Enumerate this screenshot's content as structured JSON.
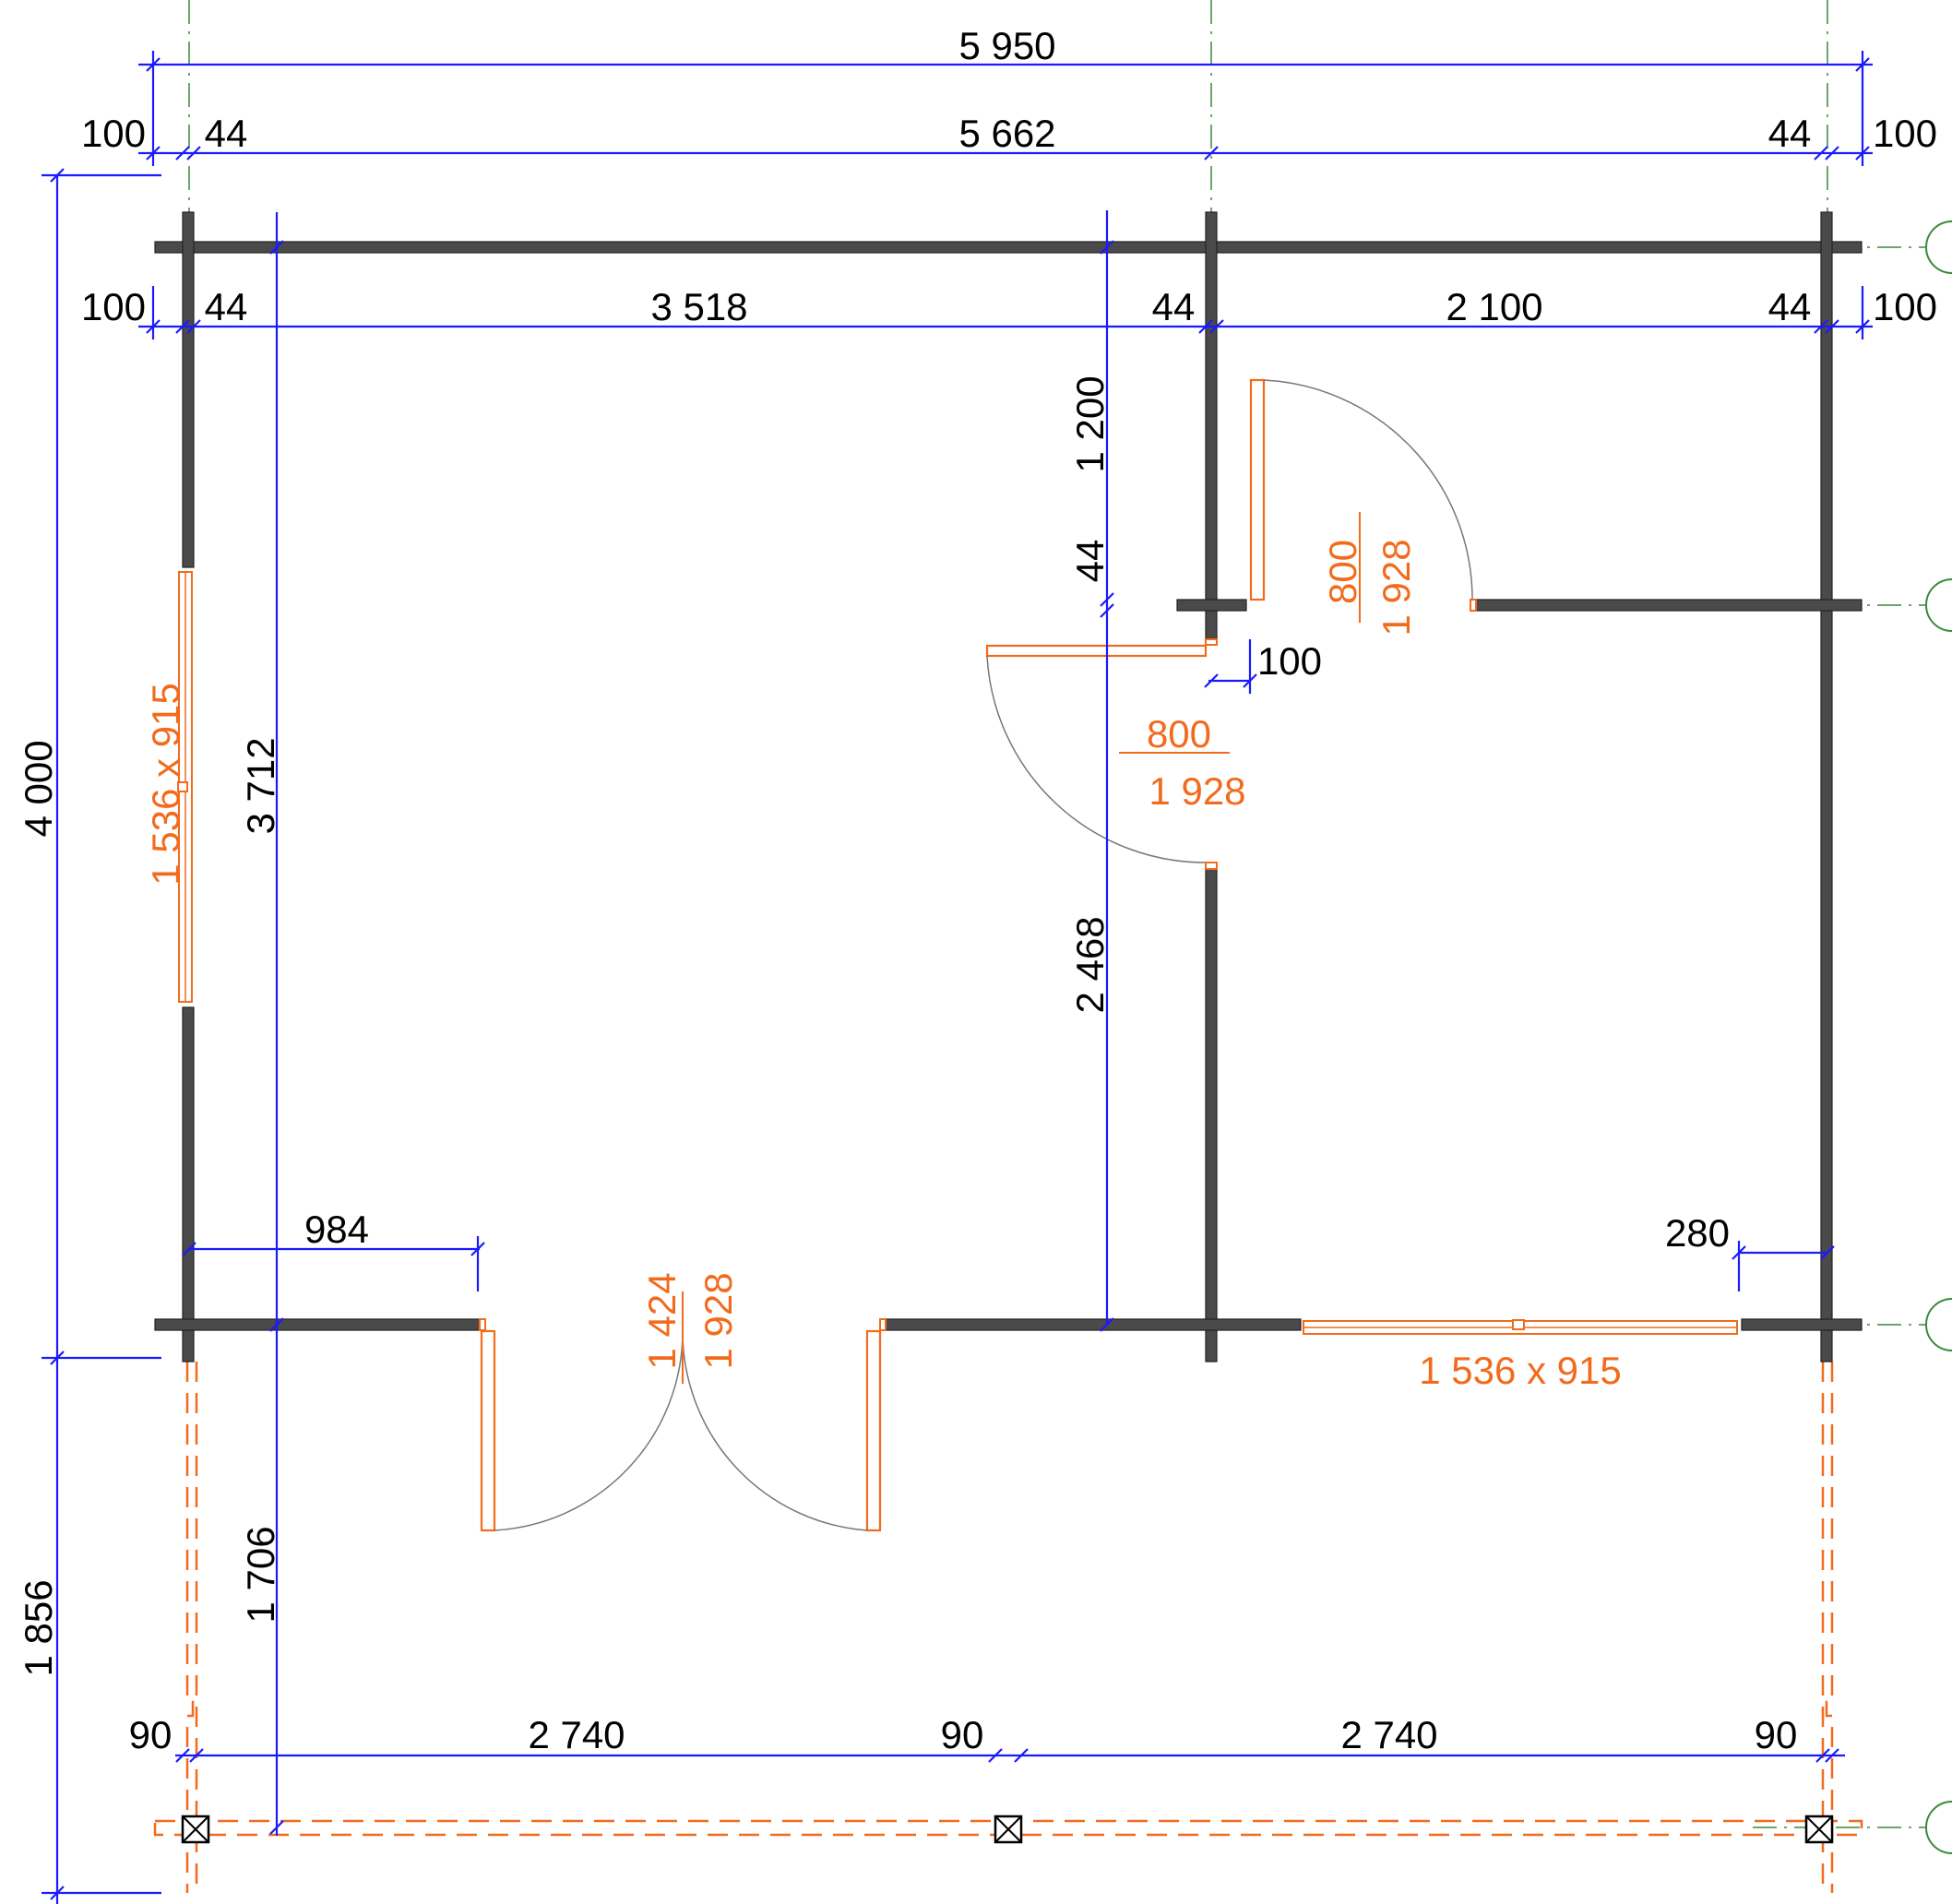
{
  "drawing": {
    "accent_colors": {
      "dimension": "#1a1aff",
      "wall": "#4a4a4a",
      "openings": "#f26b1d",
      "grid": "#3a8a3a"
    },
    "dimensions": {
      "overall_width": "5 950",
      "row2": {
        "left_overhang": "100",
        "left_wall": "44",
        "inner": "5 662",
        "right_wall": "44",
        "right_overhang": "100"
      },
      "row3": {
        "left_overhang": "100",
        "left_wall": "44",
        "room1": "3 518",
        "mid_wall": "44",
        "room2": "2 100",
        "right_wall": "44",
        "right_overhang": "100"
      },
      "overall_depth": "4 000",
      "terrace_depth": "1 856",
      "inner_depth": "3 712",
      "terrace_inner": "1 706",
      "partition_upper": "1 200",
      "partition_wall": "44",
      "partition_lower": "2 468",
      "door_offset": "100",
      "door_left_offset": "984",
      "window_right_offset": "280",
      "terrace_row": {
        "post1": "90",
        "span1": "2 740",
        "post2": "90",
        "span2": "2 740",
        "post3": "90"
      }
    },
    "openings": {
      "left_window": "1 536 x 915",
      "bottom_window": "1 536 x 915",
      "main_door_width": "1 424",
      "main_door_height": "1 928",
      "inner_door1_width": "800",
      "inner_door1_height": "1 928",
      "inner_door2_width": "800",
      "inner_door2_height": "1 928"
    }
  }
}
